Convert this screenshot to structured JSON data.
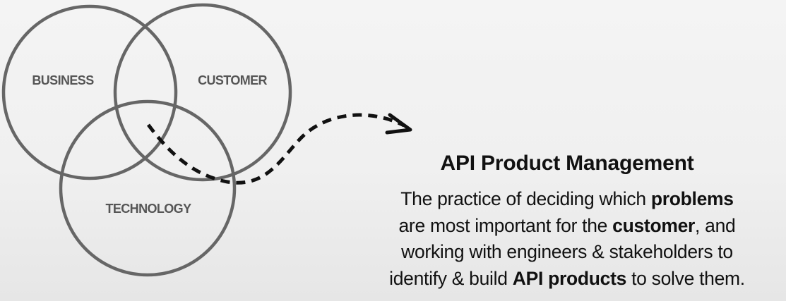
{
  "diagram": {
    "circles": [
      {
        "label": "BUSINESS"
      },
      {
        "label": "CUSTOMER"
      },
      {
        "label": "TECHNOLOGY"
      }
    ],
    "stroke_color": "#666666",
    "arrow_color": "#111111"
  },
  "heading": "API Product Management",
  "description": {
    "line1_pre": "The practice of deciding which ",
    "line1_bold": "problems",
    "line2_pre": "are most important for the ",
    "line2_bold": "customer",
    "line2_post": ", and",
    "line3": "working with engineers & stakeholders to",
    "line4_pre": "identify & build ",
    "line4_bold": "API products",
    "line4_post": " to solve them."
  }
}
